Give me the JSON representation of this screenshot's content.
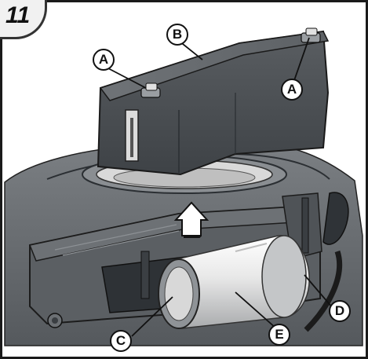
{
  "figure": {
    "step_number": "11",
    "callouts": {
      "a_left": "A",
      "a_right": "A",
      "b": "B",
      "c": "C",
      "d": "D",
      "e": "E"
    },
    "colors": {
      "frame": "#1a1a1a",
      "ink": "#111111",
      "cover": "#4a4e52",
      "deck": "#6c7074",
      "filter": "#e6e6e6"
    }
  }
}
